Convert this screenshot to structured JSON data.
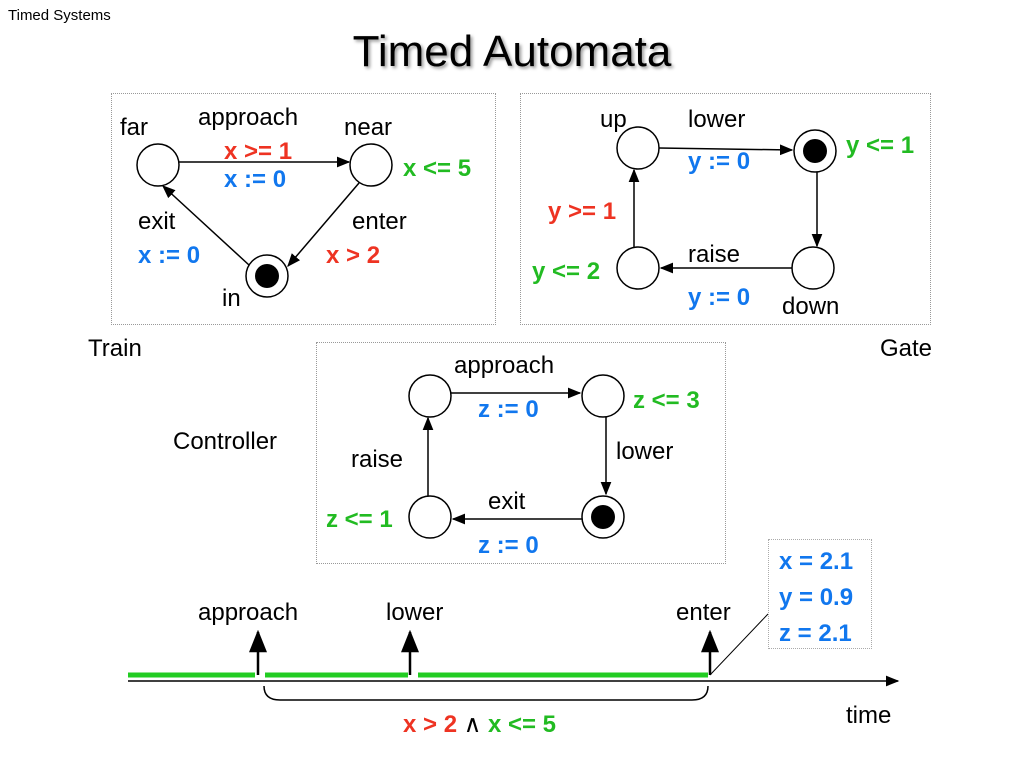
{
  "header": "Timed Systems",
  "title": "Timed Automata",
  "train": {
    "label": "Train",
    "states": {
      "far": "far",
      "near": "near",
      "in": "in"
    },
    "approach": {
      "action": "approach",
      "guard": "x >= 1",
      "reset": "x := 0"
    },
    "enter": {
      "action": "enter",
      "guard": "x > 2"
    },
    "exit": {
      "action": "exit",
      "reset": "x := 0"
    },
    "near_invariant": "x <= 5"
  },
  "gate": {
    "label": "Gate",
    "states": {
      "up": "up",
      "down": "down"
    },
    "lower": {
      "action": "lower",
      "reset": "y := 0"
    },
    "raise": {
      "action": "raise",
      "reset": "y := 0"
    },
    "up_guard": "y >= 1",
    "top_right_invariant": "y <= 1",
    "bottom_left_invariant": "y <= 2"
  },
  "controller": {
    "label": "Controller",
    "approach": {
      "action": "approach",
      "reset": "z := 0"
    },
    "lower": {
      "action": "lower"
    },
    "exit": {
      "action": "exit",
      "reset": "z := 0"
    },
    "raise": {
      "action": "raise"
    },
    "top_right_invariant": "z <= 3",
    "bottom_left_invariant": "z <= 1"
  },
  "timeline": {
    "events": [
      "approach",
      "lower",
      "enter"
    ],
    "axis_label": "time",
    "values": [
      "x = 2.1",
      "y = 0.9",
      "z = 2.1"
    ],
    "constraint": {
      "part1": "x > 2",
      "op": "∧",
      "part2": "x <= 5"
    }
  },
  "colors": {
    "guard": "#ee3322",
    "reset": "#1177ee",
    "invariant": "#22bb22",
    "timeline": "#22cc22"
  }
}
